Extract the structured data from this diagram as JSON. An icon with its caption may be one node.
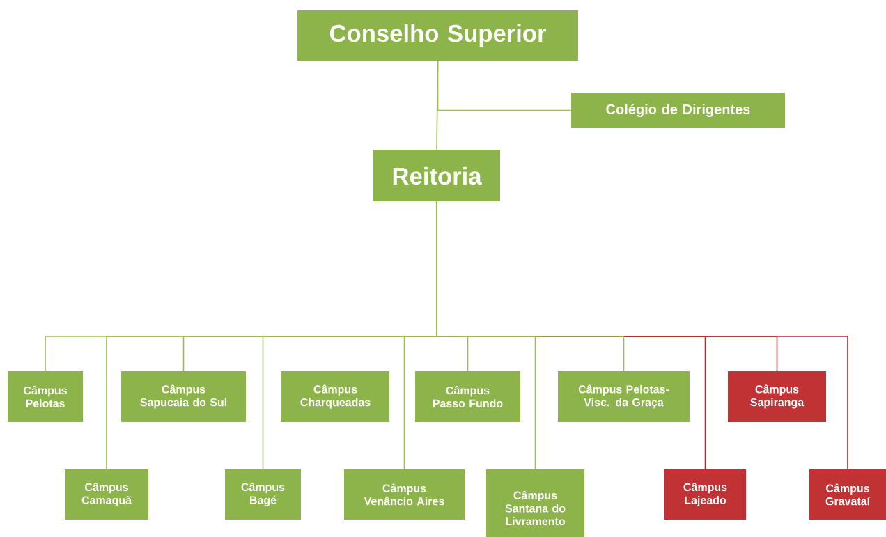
{
  "diagram": {
    "nodes": [
      {
        "text": [
          "Conselho Superior"
        ]
      },
      {
        "text": [
          "Colégio de Dirigentes"
        ]
      },
      {
        "text": [
          "Reitoria"
        ]
      },
      {
        "text": [
          "Câmpus Pelotas"
        ]
      },
      {
        "text": [
          "Câmpus Camaquã"
        ]
      },
      {
        "text": [
          "Câmpus Sapucaia do Sul"
        ]
      },
      {
        "text": [
          "Câmpus Bagé"
        ]
      },
      {
        "text": [
          "Câmpus Charqueadas"
        ]
      },
      {
        "text": [
          "Câmpus Venâncio Aires"
        ]
      },
      {
        "text": [
          "Câmpus Passo Fundo"
        ]
      },
      {
        "text": [
          "Câmpus Santana do Livramento"
        ]
      },
      {
        "text": [
          "Câmpus Pelotas- Visc. da Graça"
        ]
      },
      {
        "text": [
          "Câmpus Sapiranga"
        ]
      },
      {
        "text": [
          "Câmpus Lajeado"
        ]
      },
      {
        "text": [
          "Câmpus Gravataí"
        ]
      }
    ],
    "edges": [
      {
        "from": 0,
        "to": 2,
        "arrow": "none"
      },
      {
        "from": 0,
        "to": 1,
        "arrow": "none"
      },
      {
        "from": 2,
        "to": 3,
        "arrow": "none"
      },
      {
        "from": 2,
        "to": 4,
        "arrow": "none"
      },
      {
        "from": 2,
        "to": 5,
        "arrow": "none"
      },
      {
        "from": 2,
        "to": 6,
        "arrow": "none"
      },
      {
        "from": 2,
        "to": 8,
        "arrow": "none"
      },
      {
        "from": 2,
        "to": 9,
        "arrow": "none"
      },
      {
        "from": 2,
        "to": 10,
        "arrow": "none"
      },
      {
        "from": 2,
        "to": 11,
        "arrow": "none"
      },
      {
        "from": 2,
        "to": 12,
        "arrow": "none",
        "color": "#c0272d"
      },
      {
        "from": 2,
        "to": 13,
        "arrow": "none",
        "color": "#c0272d"
      },
      {
        "from": 2,
        "to": 14,
        "arrow": "none",
        "color": "#c0272d"
      }
    ]
  }
}
